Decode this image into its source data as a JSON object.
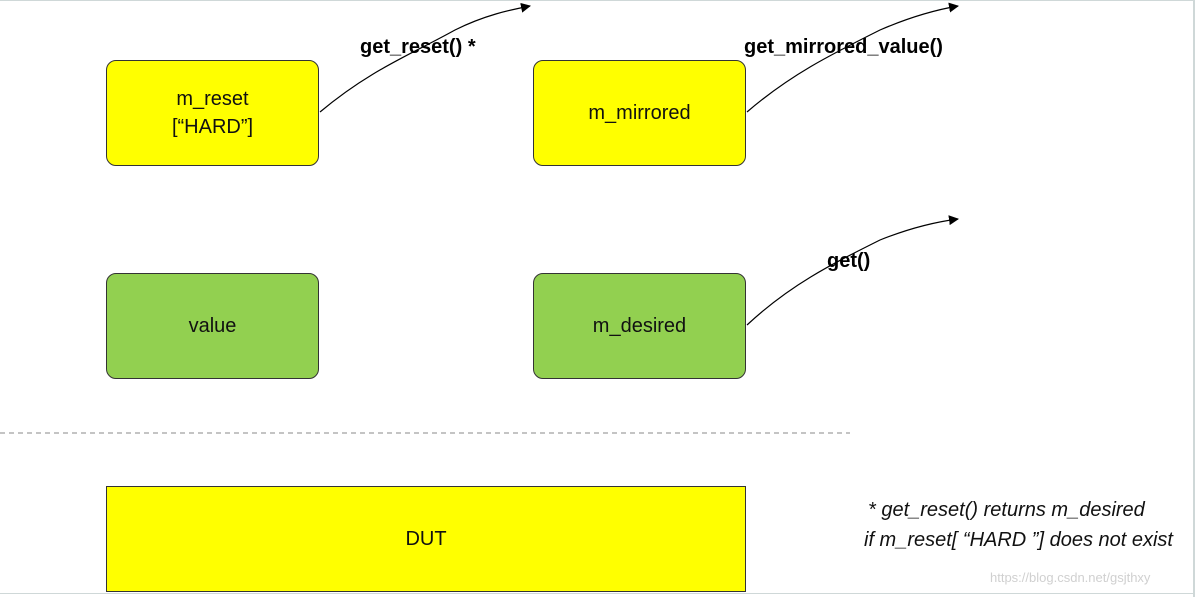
{
  "boxes": {
    "m_reset": "m_reset\n[“HARD”]",
    "m_mirrored": "m_mirrored",
    "value": "value",
    "m_desired": "m_desired",
    "dut": "DUT"
  },
  "methods": {
    "get_reset": "get_reset() *",
    "get_mirrored_value": "get_mirrored_value()",
    "get": "get()"
  },
  "note": {
    "line1": "* get_reset() returns m_desired",
    "line2": "if m_reset[ “HARD ”] does not exist"
  },
  "watermark": "https://blog.csdn.net/gsjthxy",
  "colors": {
    "yellow": "#ffff00",
    "green": "#92d050",
    "divider": "#a0a0a0"
  }
}
